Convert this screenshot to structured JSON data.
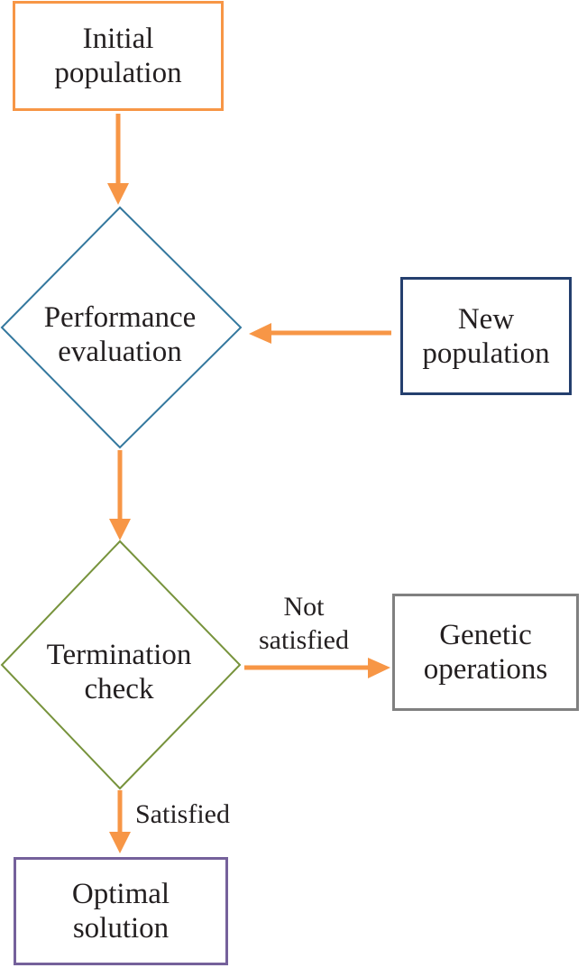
{
  "colors": {
    "background": "#FFFFFF",
    "text": "#231F20",
    "arrow": "#F79646",
    "initial_population_border": "#F79646",
    "performance_evaluation_border": "#34789E",
    "new_population_border": "#243F6E",
    "termination_check_border": "#77933C",
    "genetic_operations_border": "#808080",
    "optimal_solution_border": "#75619B"
  },
  "nodes": {
    "initial_population": {
      "label": "Initial population",
      "lines": [
        "Initial",
        "population"
      ]
    },
    "performance_evaluation": {
      "label": "Performance evaluation",
      "lines": [
        "Performance",
        "evaluation"
      ]
    },
    "new_population": {
      "label": "New population",
      "lines": [
        "New",
        "population"
      ]
    },
    "termination_check": {
      "label": "Termination check",
      "lines": [
        "Termination",
        "check"
      ]
    },
    "genetic_operations": {
      "label": "Genetic operations",
      "lines": [
        "Genetic",
        "operations"
      ]
    },
    "optimal_solution": {
      "label": "Optimal solution",
      "lines": [
        "Optimal",
        "solution"
      ]
    }
  },
  "edge_labels": {
    "not_satisfied": {
      "label": "Not satisfied",
      "lines": [
        "Not",
        "satisfied"
      ]
    },
    "satisfied": {
      "label": "Satisfied"
    }
  },
  "connections": [
    {
      "from": "Initial population",
      "to": "Performance evaluation",
      "label": ""
    },
    {
      "from": "New population",
      "to": "Performance evaluation",
      "label": ""
    },
    {
      "from": "Performance evaluation",
      "to": "Termination check",
      "label": ""
    },
    {
      "from": "Termination check",
      "to": "Genetic operations",
      "label": "Not satisfied"
    },
    {
      "from": "Termination check",
      "to": "Optimal solution",
      "label": "Satisfied"
    }
  ]
}
